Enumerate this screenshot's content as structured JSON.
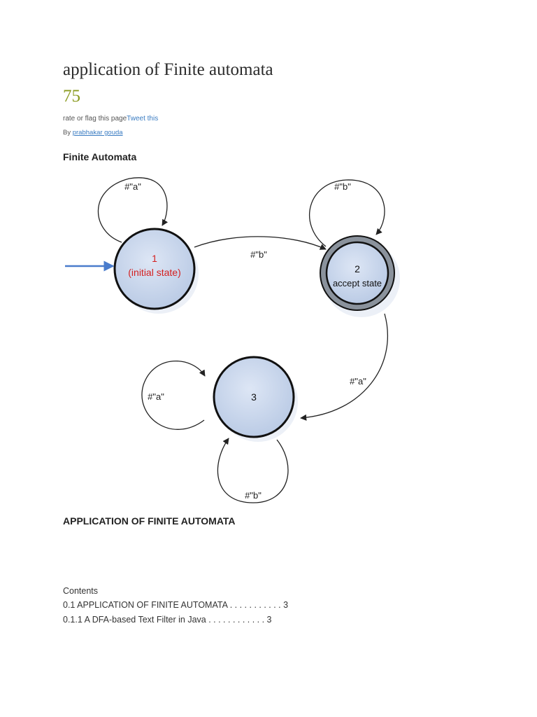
{
  "header": {
    "title": "application of Finite automata",
    "score": "75",
    "rate_text": "rate or flag this page",
    "tweet_label": "Tweet this",
    "by_label": "By ",
    "author": "prabhakar gouda"
  },
  "section": {
    "heading": "Finite Automata"
  },
  "diagram": {
    "state1_number": "1",
    "state1_label": "(initial state)",
    "state2_number": "2",
    "state2_label": "accept state",
    "state3_number": "3",
    "loop1_label": "#\"a\"",
    "loop2_label": "#\"b\"",
    "edge_1_2_label": "#\"b\"",
    "edge_2_3_label": "#\"a\"",
    "loop3a_label": "#\"a\"",
    "loop3b_label": "#\"b\"",
    "colors": {
      "state_fill": "#c6d4ea",
      "initial_label": "#d32020",
      "arrow_start": "#4a7ccc"
    }
  },
  "main": {
    "heading": "APPLICATION OF FINITE AUTOMATA",
    "contents_label": "Contents",
    "toc": [
      "0.1 APPLICATION OF FINITE AUTOMATA . . . . . . . . . . . 3",
      "0.1.1 A DFA-based Text Filter in Java . . . . . . . . . . . . 3"
    ]
  }
}
